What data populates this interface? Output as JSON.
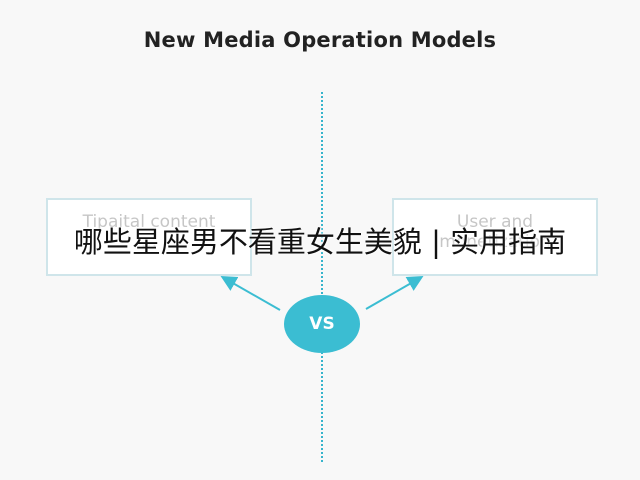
{
  "diagram": {
    "title": "New Media Operation Models",
    "left_box": {
      "line1": "Tipaital content",
      "line2": "..."
    },
    "right_box": {
      "line1": "User and",
      "line2": "monetization"
    },
    "center_label": "VS"
  },
  "overlay": {
    "caption": "哪些星座男不看重女生美貌 | 实用指南"
  },
  "colors": {
    "accent": "#3bbdd2",
    "divider": "#37b4cc",
    "box_border": "#cfe5ea",
    "box_text": "#c6c6c6",
    "title": "#222222",
    "background": "#f8f8f8"
  }
}
